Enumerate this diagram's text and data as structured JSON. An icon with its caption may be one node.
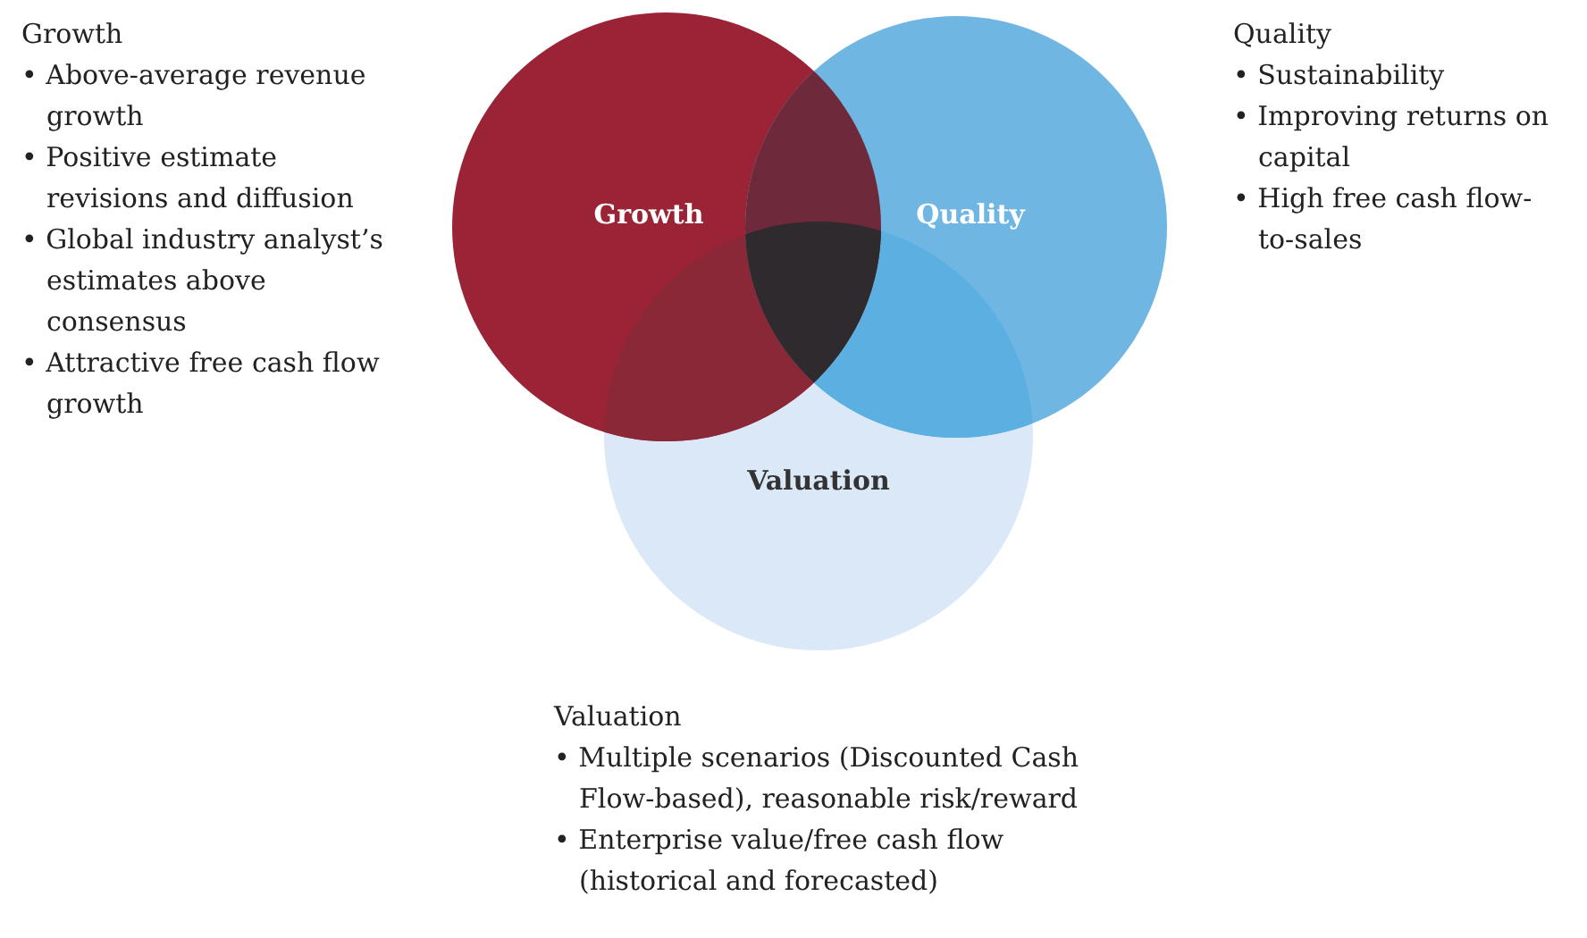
{
  "diagram": {
    "nodes": [
      {
        "text": [
          "Growth"
        ]
      },
      {
        "text": [
          "Quality"
        ]
      },
      {
        "text": [
          "Valuation"
        ]
      }
    ],
    "labels": [
      "Growth",
      "• Above-average revenue growth",
      "• Positive estimate revisions and diffusion",
      "• Global industry analyst’s estimates above consensus",
      "• Attractive free cash flow growth",
      "Quality",
      "• Sustainability",
      "• Improving returns on capital",
      "• High free cash flow-to-sales",
      "Valuation",
      "• Multiple scenarios (Discounted Cash Flow-based), reasonable risk/reward",
      "• Enterprise value/free cash flow (historical and forecasted)"
    ]
  }
}
